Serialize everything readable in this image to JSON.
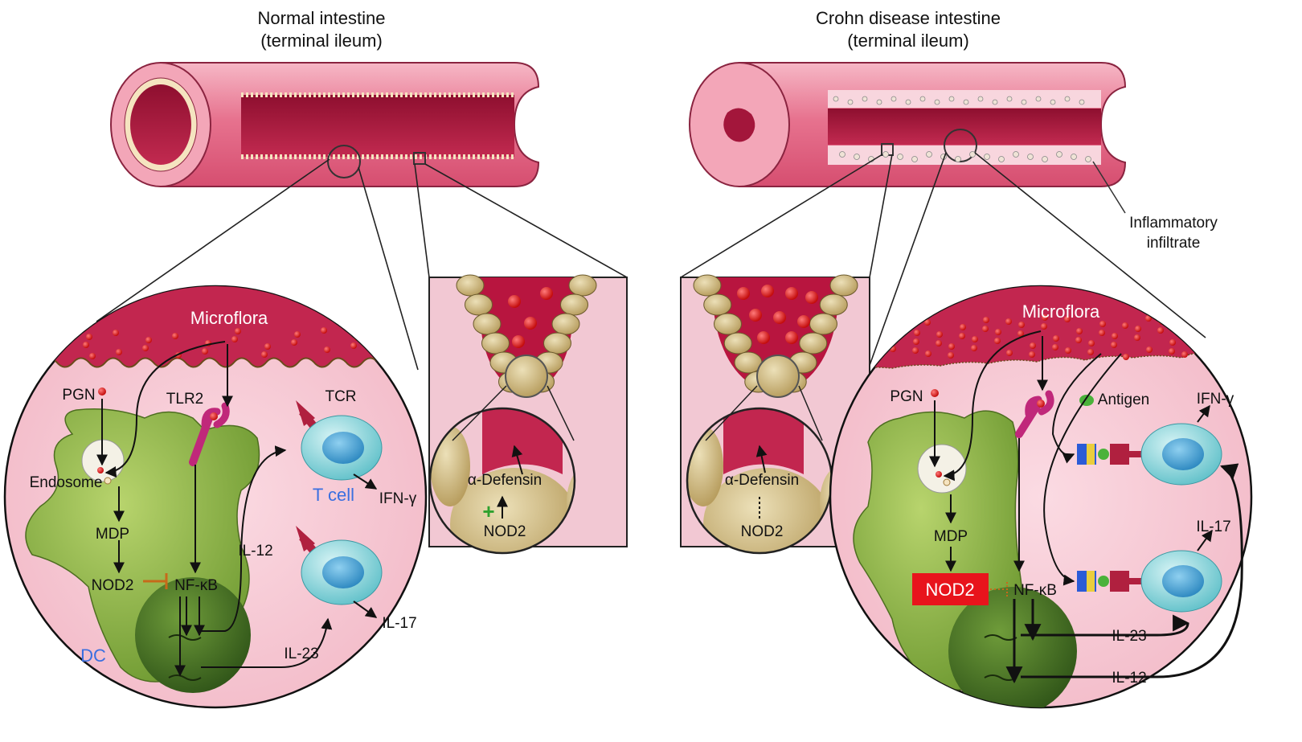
{
  "titles": {
    "normal_line1": "Normal intestine",
    "normal_line2": "(terminal ileum)",
    "crohn_line1": "Crohn disease intestine",
    "crohn_line2": "(terminal ileum)"
  },
  "annotations": {
    "infiltrate_line1": "Inflammatory",
    "infiltrate_line2": "infiltrate"
  },
  "normal_cell": {
    "microflora": "Microflora",
    "pgn": "PGN",
    "tlr2": "TLR2",
    "endosome": "Endosome",
    "mdp": "MDP",
    "nod2": "NOD2",
    "nfkb": "NF-κB",
    "dc": "DC",
    "il12": "IL-12",
    "il23": "IL-23",
    "tcr": "TCR",
    "tcell": "T cell",
    "ifng": "IFN-γ",
    "il17": "IL-17"
  },
  "crohn_cell": {
    "microflora": "Microflora",
    "pgn": "PGN",
    "antigen": "Antigen",
    "mdp": "MDP",
    "nod2": "NOD2",
    "nfkb": "NF-κB",
    "ifng": "IFN-γ",
    "il17": "IL-17",
    "il23": "IL-23",
    "il12": "IL-12"
  },
  "crypt_normal": {
    "defensin": "α-Defensin",
    "nod2": "NOD2",
    "plus": "+"
  },
  "crypt_crohn": {
    "defensin": "α-Defensin",
    "nod2": "NOD2"
  },
  "colors": {
    "tissue_pink": "#f6c7d2",
    "mucosa_red": "#c2264f",
    "dc_green": "#8fb44a",
    "nucleus_green": "#4f7a2a",
    "tcell_cyan": "#7fd3d9",
    "tlr_magenta": "#c0287a",
    "tcr_crimson": "#b0203f",
    "nod2_red": "#e8141c",
    "label_blue": "#3a6fe0",
    "plus_green": "#2ea12e",
    "paneth_tan": "#c8b27a"
  }
}
